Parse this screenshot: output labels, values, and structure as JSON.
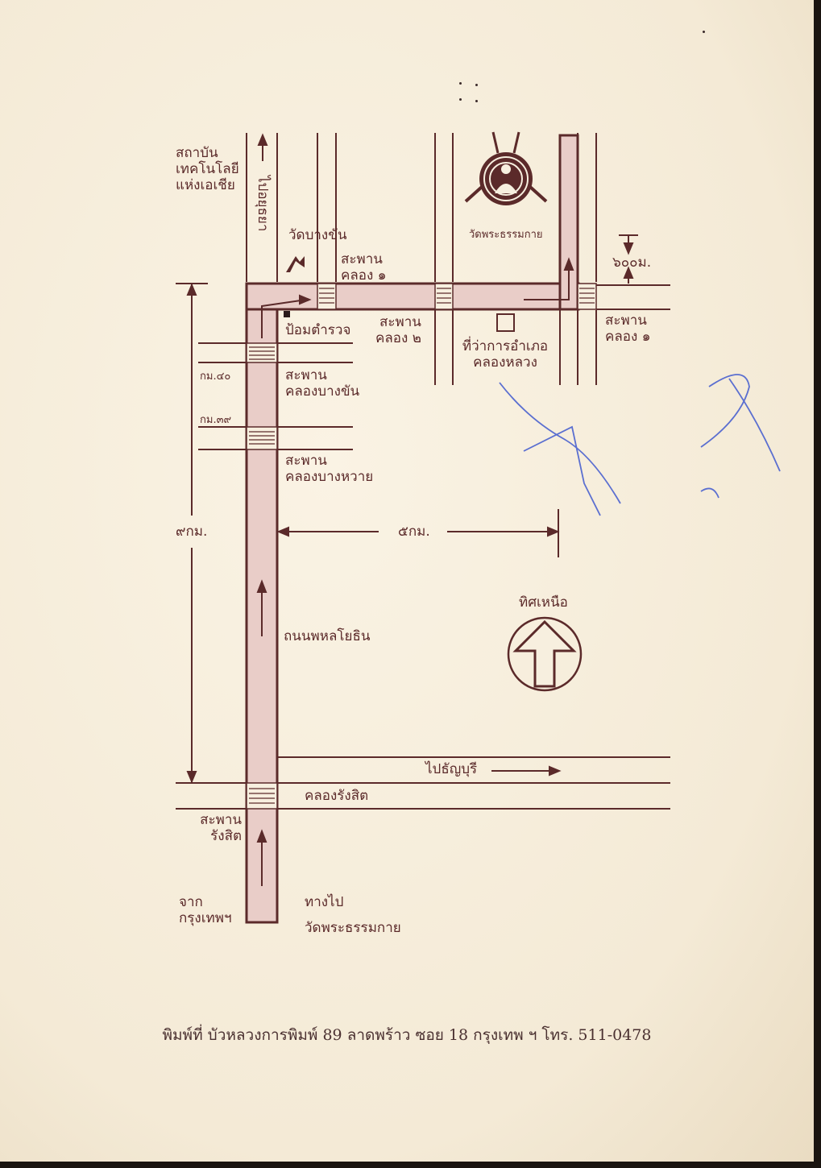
{
  "labels": {
    "institute": [
      "สถาบัน",
      "เทคโนโลยี",
      "แห่งเอเชีย"
    ],
    "to_ayutthaya": "ไปอยุธยา",
    "wat_bang_khan": "วัดบางขัน",
    "bridge_khlong1_top": [
      "สะพาน",
      "คลอง ๑"
    ],
    "wat_phra_dhammakaya_top": "วัดพระธรรมกาย",
    "distance_600m": "๖๐๐ม.",
    "police_box": "ป้อมตำรวจ",
    "bridge_khlong2": [
      "สะพาน",
      "คลอง ๒"
    ],
    "district_office": [
      "ที่ว่าการอำเภอ",
      "คลองหลวง"
    ],
    "bridge_khlong1_right": [
      "สะพาน",
      "คลอง ๑"
    ],
    "km40": "กม.๔๐",
    "km39": "กม.๓๙",
    "bridge_bang_khan": [
      "สะพาน",
      "คลองบางขัน"
    ],
    "bridge_bang_wai": [
      "สะพาน",
      "คลองบางหวาย"
    ],
    "distance_9km": "๙กม.",
    "distance_5km": "๕กม.",
    "north": "ทิศเหนือ",
    "phahonyothin": "ถนนพหลโยธิน",
    "to_thanyaburi": "ไปธัญบุรี",
    "khlong_rangsit": "คลองรังสิต",
    "bridge_rangsit": [
      "สะพาน",
      "รังสิต"
    ],
    "from_bangkok": [
      "จาก",
      "กรุงเทพฯ"
    ],
    "way_to": [
      "ทางไป",
      "วัดพระธรรมกาย"
    ]
  },
  "footer": "พิมพ์ที่ บัวหลวงการพิมพ์ 89 ลาดพร้าว ซอย 18 กรุงเทพ ฯ โทร. 511-0478",
  "colors": {
    "ink": "#5b2a2a",
    "road_fill": "#e9cdc8",
    "paper": "#f7efdf",
    "pen": "#5b6fd0"
  },
  "icons": [
    "temple-roof-icon",
    "police-box-icon",
    "district-office-icon",
    "north-arrow-icon",
    "dhammakaya-logo-icon"
  ]
}
